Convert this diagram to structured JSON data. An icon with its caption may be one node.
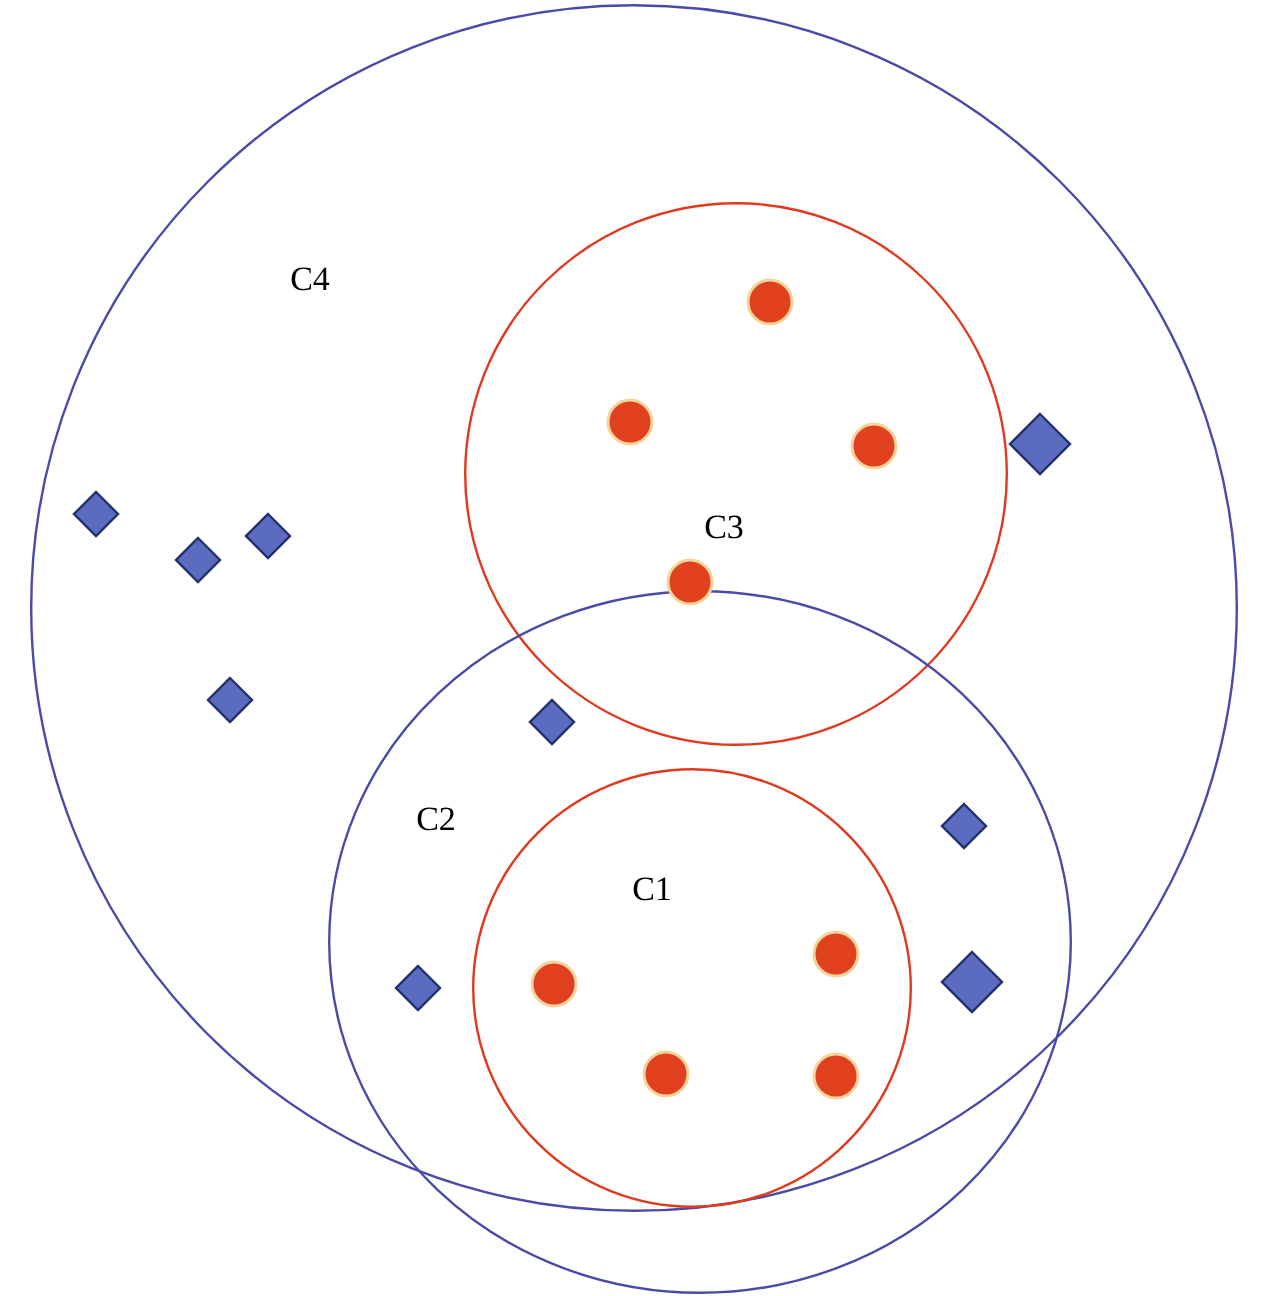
{
  "diagram": {
    "nodes": [
      {
        "text": [
          "C4"
        ]
      },
      {
        "text": [
          "C3"
        ],
        "in": 0
      },
      {
        "text": [
          "C2"
        ]
      },
      {
        "text": [
          "C1"
        ],
        "in": 2
      }
    ]
  }
}
